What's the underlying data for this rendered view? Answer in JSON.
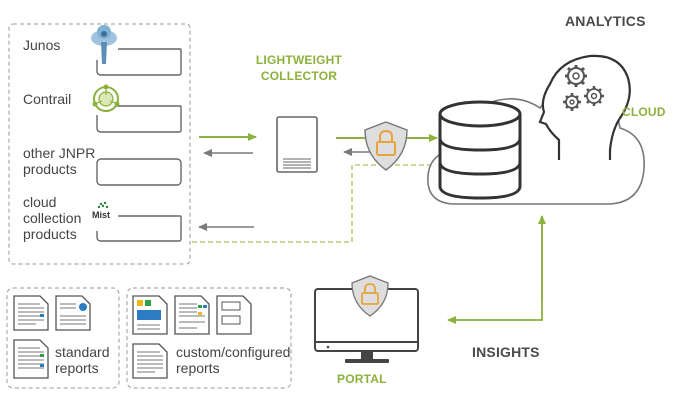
{
  "sources": {
    "junos": "Junos",
    "contrail": "Contrail",
    "other_line1": "other JNPR",
    "other_line2": "products",
    "cloud_line1": "cloud",
    "cloud_line2": "collection",
    "cloud_line3": "products",
    "mist_logo_text": "Mist"
  },
  "collector": {
    "line1": "LIGHTWEIGHT",
    "line2": "COLLECTOR"
  },
  "analytics": "ANALYTICS",
  "cloud": "CLOUD",
  "insights": "INSIGHTS",
  "portal": "PORTAL",
  "reports": {
    "standard_line1": "standard",
    "standard_line2": "reports",
    "custom_line1": "custom/configured",
    "custom_line2": "reports"
  },
  "colors": {
    "accent_green": "#8cb13c",
    "dark_gray": "#4a4a4a",
    "box_border": "#666666",
    "dashed_border": "#9a9a9a"
  }
}
